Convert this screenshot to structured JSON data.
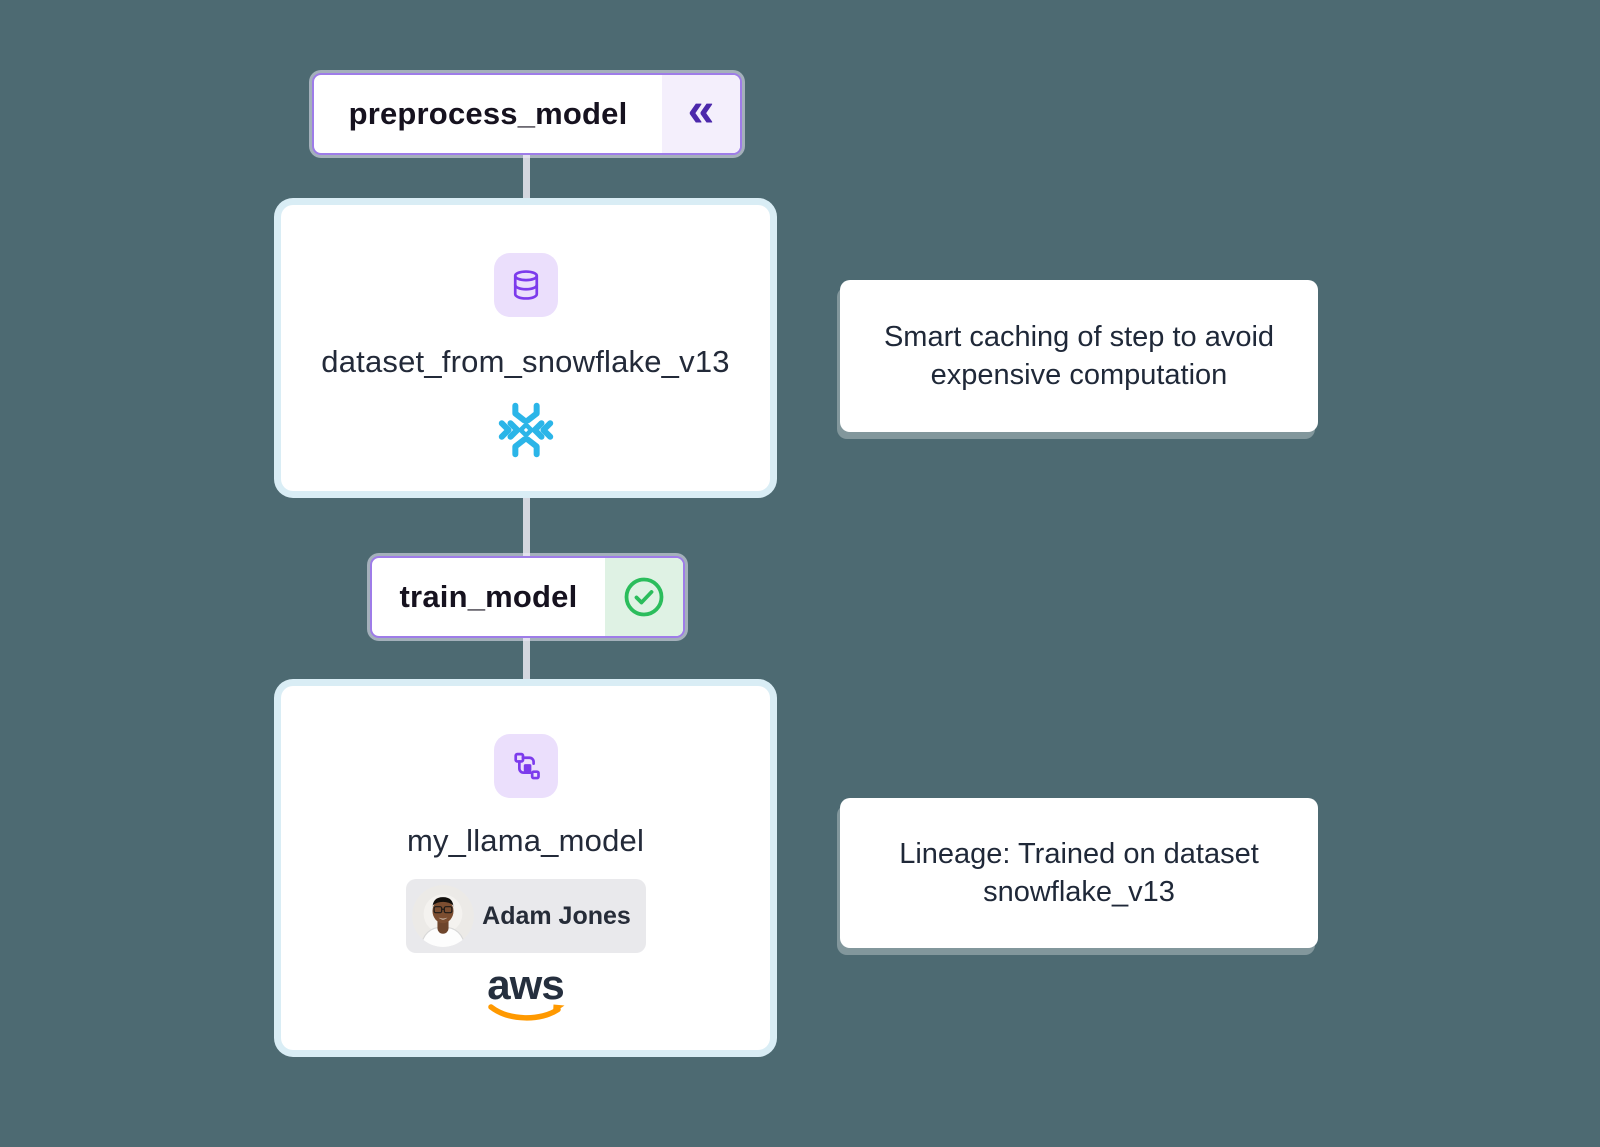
{
  "canvas": {
    "background": "#4D6A72"
  },
  "nodes": {
    "preprocess": {
      "label": "preprocess_model",
      "badge_glyph": "«"
    },
    "train": {
      "label": "train_model"
    }
  },
  "cards": {
    "dataset": {
      "title": "dataset_from_snowflake_v13"
    },
    "model": {
      "title": "my_llama_model",
      "owner": "Adam Jones",
      "aws_label": "aws"
    }
  },
  "annotations": {
    "caching": {
      "line1": "Smart caching of step to avoid",
      "line2": "expensive computation"
    },
    "lineage": {
      "line1": "Lineage: Trained on dataset",
      "line2": "snowflake_v13"
    }
  },
  "icons": {
    "collapse": "chevrons-left-icon",
    "dataset_type": "database-icon",
    "model_type": "model-icon",
    "status": "check-circle-icon",
    "dataset_logo": "snowflake-logo-icon",
    "model_logo": "aws-logo-icon"
  },
  "colors": {
    "background": "#4D6A72",
    "node_border": "#9E7CE8",
    "accent_purple": "#7C3BEC",
    "badge_purple_bg": "#F4EFFC",
    "badge_green_bg": "#DFF2E4",
    "success_green": "#2BBD5C",
    "card_halo": "#D9EDF5",
    "snowflake_blue": "#2BB5E8",
    "aws_orange": "#FF9900",
    "connector_gray": "#D3D6DE"
  }
}
